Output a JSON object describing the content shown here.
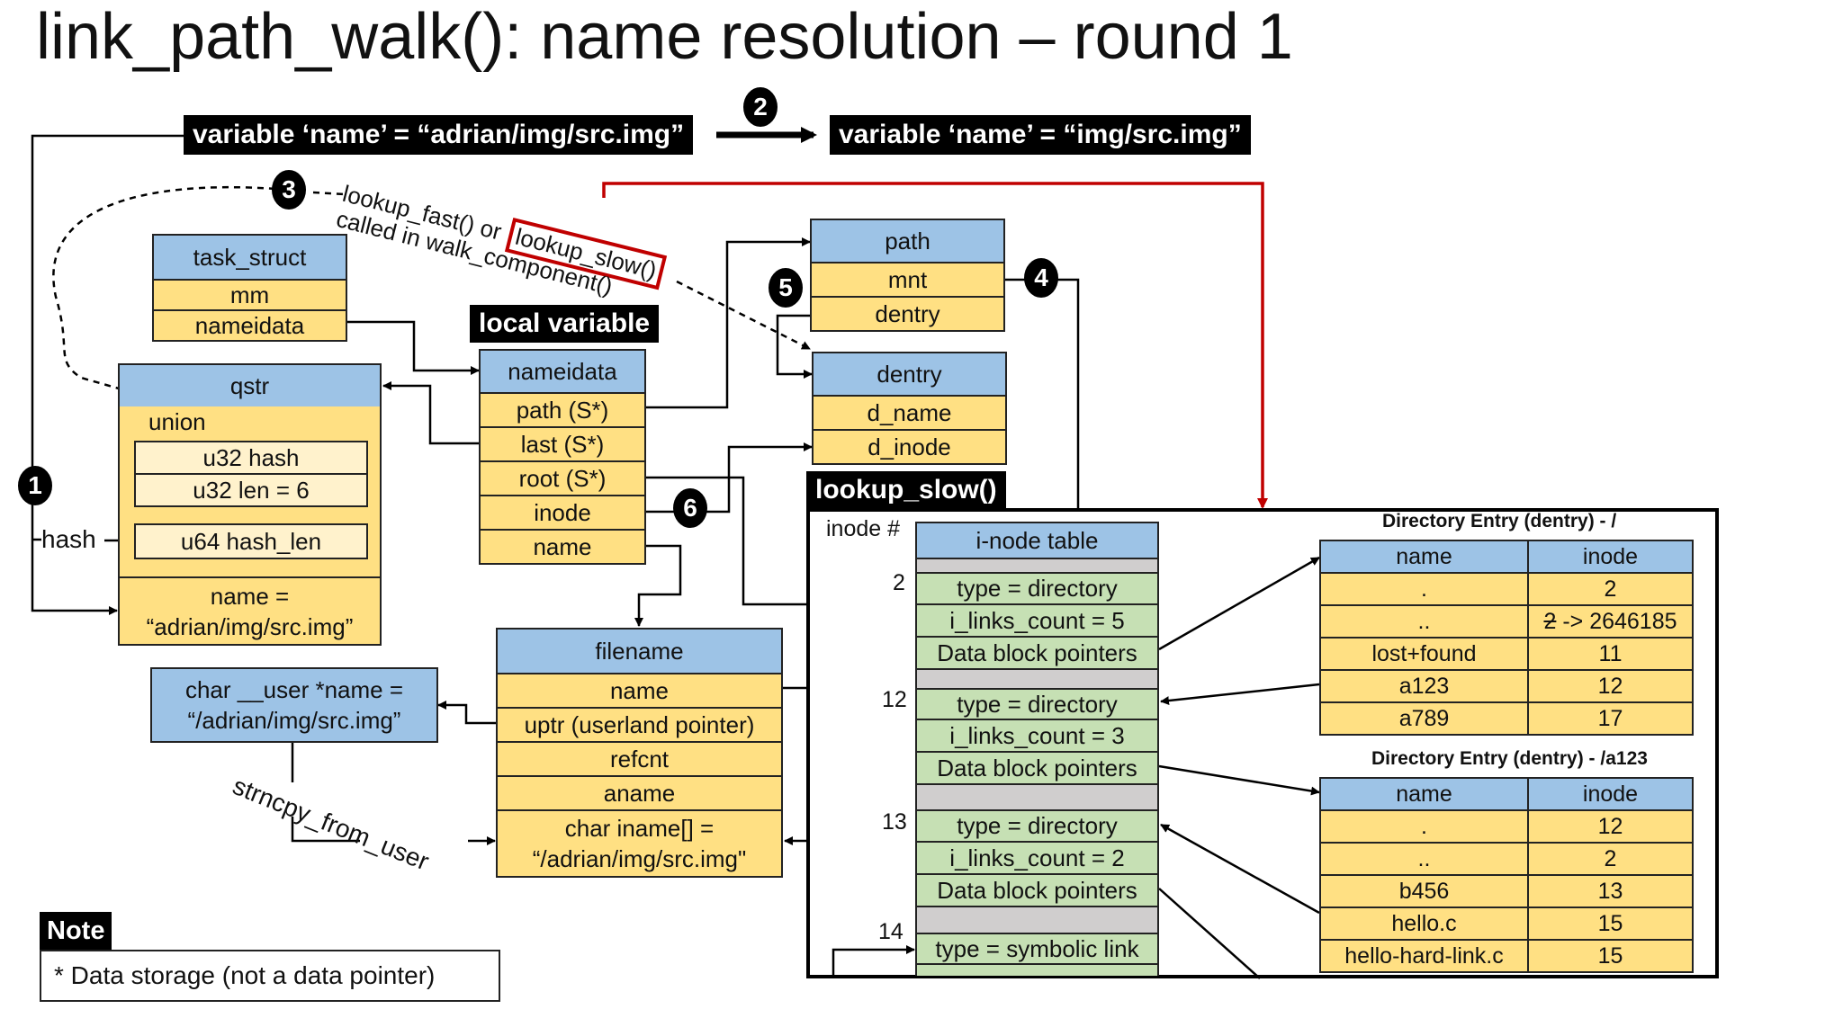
{
  "title": "link_path_walk(): name resolution – round 1",
  "top_bar": {
    "name_before": "variable ‘name’ = “adrian/img/src.img”",
    "name_after": "variable ‘name’ = “img/src.img”"
  },
  "badges": [
    "1",
    "2",
    "3",
    "4",
    "5",
    "6"
  ],
  "annotation_3": {
    "line1_prefix": "lookup_fast() or",
    "line1_highlight": "lookup_slow()",
    "line2": "called in walk_component()"
  },
  "hash_label": "hash",
  "task_struct": {
    "header": "task_struct",
    "fields": [
      "mm",
      "nameidata"
    ]
  },
  "local_variable_label": "local variable",
  "nameidata": {
    "header": "nameidata",
    "fields": [
      {
        "name": "path",
        "suffix": "(S*)"
      },
      {
        "name": "last",
        "suffix": "(S*)"
      },
      {
        "name": "root",
        "suffix": "(S*)"
      },
      {
        "name": "inode",
        "suffix": ""
      },
      {
        "name": "name",
        "suffix": ""
      }
    ]
  },
  "qstr": {
    "header": "qstr",
    "union_label": "union",
    "union_fields": [
      "u32  hash",
      "u32 len = 6"
    ],
    "hash_len": "u64 hash_len",
    "name_line1": "name =",
    "name_line2": "“adrian/img/src.img”"
  },
  "path_struct": {
    "header": "path",
    "fields": [
      "mnt",
      "dentry"
    ]
  },
  "dentry_struct": {
    "header": "dentry",
    "fields": [
      "d_name",
      "d_inode"
    ]
  },
  "filename": {
    "header": "filename",
    "fields": [
      "name",
      "uptr (userland pointer)",
      "refcnt",
      "aname"
    ],
    "iname_line1": "char iname[] =",
    "iname_line2": "“/adrian/img/src.img\""
  },
  "user_name": {
    "line1": "char __user *name =",
    "line2": "“/adrian/img/src.img”"
  },
  "strncpy_label": "strncpy_from_user",
  "lookup_slow": {
    "label": "lookup_slow()",
    "inode_hash_label": "inode #",
    "inode_table_header": "i-node table",
    "inodes": [
      {
        "number": "2",
        "fields": [
          "type = directory",
          "i_links_count = 5",
          "Data block pointers"
        ]
      },
      {
        "number": "12",
        "fields": [
          "type = directory",
          "i_links_count = 3",
          "Data block pointers"
        ]
      },
      {
        "number": "13",
        "fields": [
          "type = directory",
          "i_links_count = 2",
          "Data block pointers"
        ]
      },
      {
        "number": "14",
        "fields": [
          "type = symbolic link"
        ]
      }
    ]
  },
  "dentry_root": {
    "title": "Directory Entry (dentry) - /",
    "columns": [
      "name",
      "inode"
    ],
    "rows": [
      {
        "name": ".",
        "inode": "2"
      },
      {
        "name": "..",
        "inode_struck": "2",
        "inode": " -> 2646185"
      },
      {
        "name": "lost+found",
        "inode": "11"
      },
      {
        "name": "a123",
        "inode": "12"
      },
      {
        "name": "a789",
        "inode": "17"
      }
    ]
  },
  "dentry_a123": {
    "title": "Directory Entry (dentry) - /a123",
    "columns": [
      "name",
      "inode"
    ],
    "rows": [
      {
        "name": ".",
        "inode": "12"
      },
      {
        "name": "..",
        "inode": "2"
      },
      {
        "name": "b456",
        "inode": "13"
      },
      {
        "name": "hello.c",
        "inode": "15"
      },
      {
        "name": "hello-hard-link.c",
        "inode": "15"
      }
    ]
  },
  "note": {
    "label": "Note",
    "text": "* Data storage (not a data pointer)"
  },
  "colors": {
    "header_blue": "#9dc3e6",
    "field_yellow": "#ffe083",
    "inode_green": "#c6e0b4",
    "separator_gray": "#d0cece",
    "union_cream": "#fff2cc",
    "highlight_red": "#c00000"
  }
}
